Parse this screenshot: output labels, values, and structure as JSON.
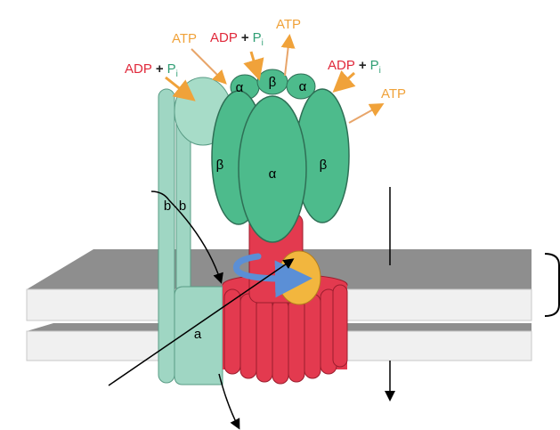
{
  "labels": {
    "adp": "ADP",
    "plus": "+",
    "p": "P",
    "sub_i": "i",
    "atp": "ATP",
    "alpha": "α",
    "beta": "β",
    "b": "b",
    "a": "a"
  },
  "colors": {
    "headGreen": "#4dbb8c",
    "stalkMint": "#9fd6c3",
    "ringRed": "#e33a4f",
    "orangeSub": "#f2b63e",
    "membraneGray": "#8e8e8e",
    "arrowOrange": "#f0a23a",
    "rotationBlue": "#5b8fd6"
  }
}
